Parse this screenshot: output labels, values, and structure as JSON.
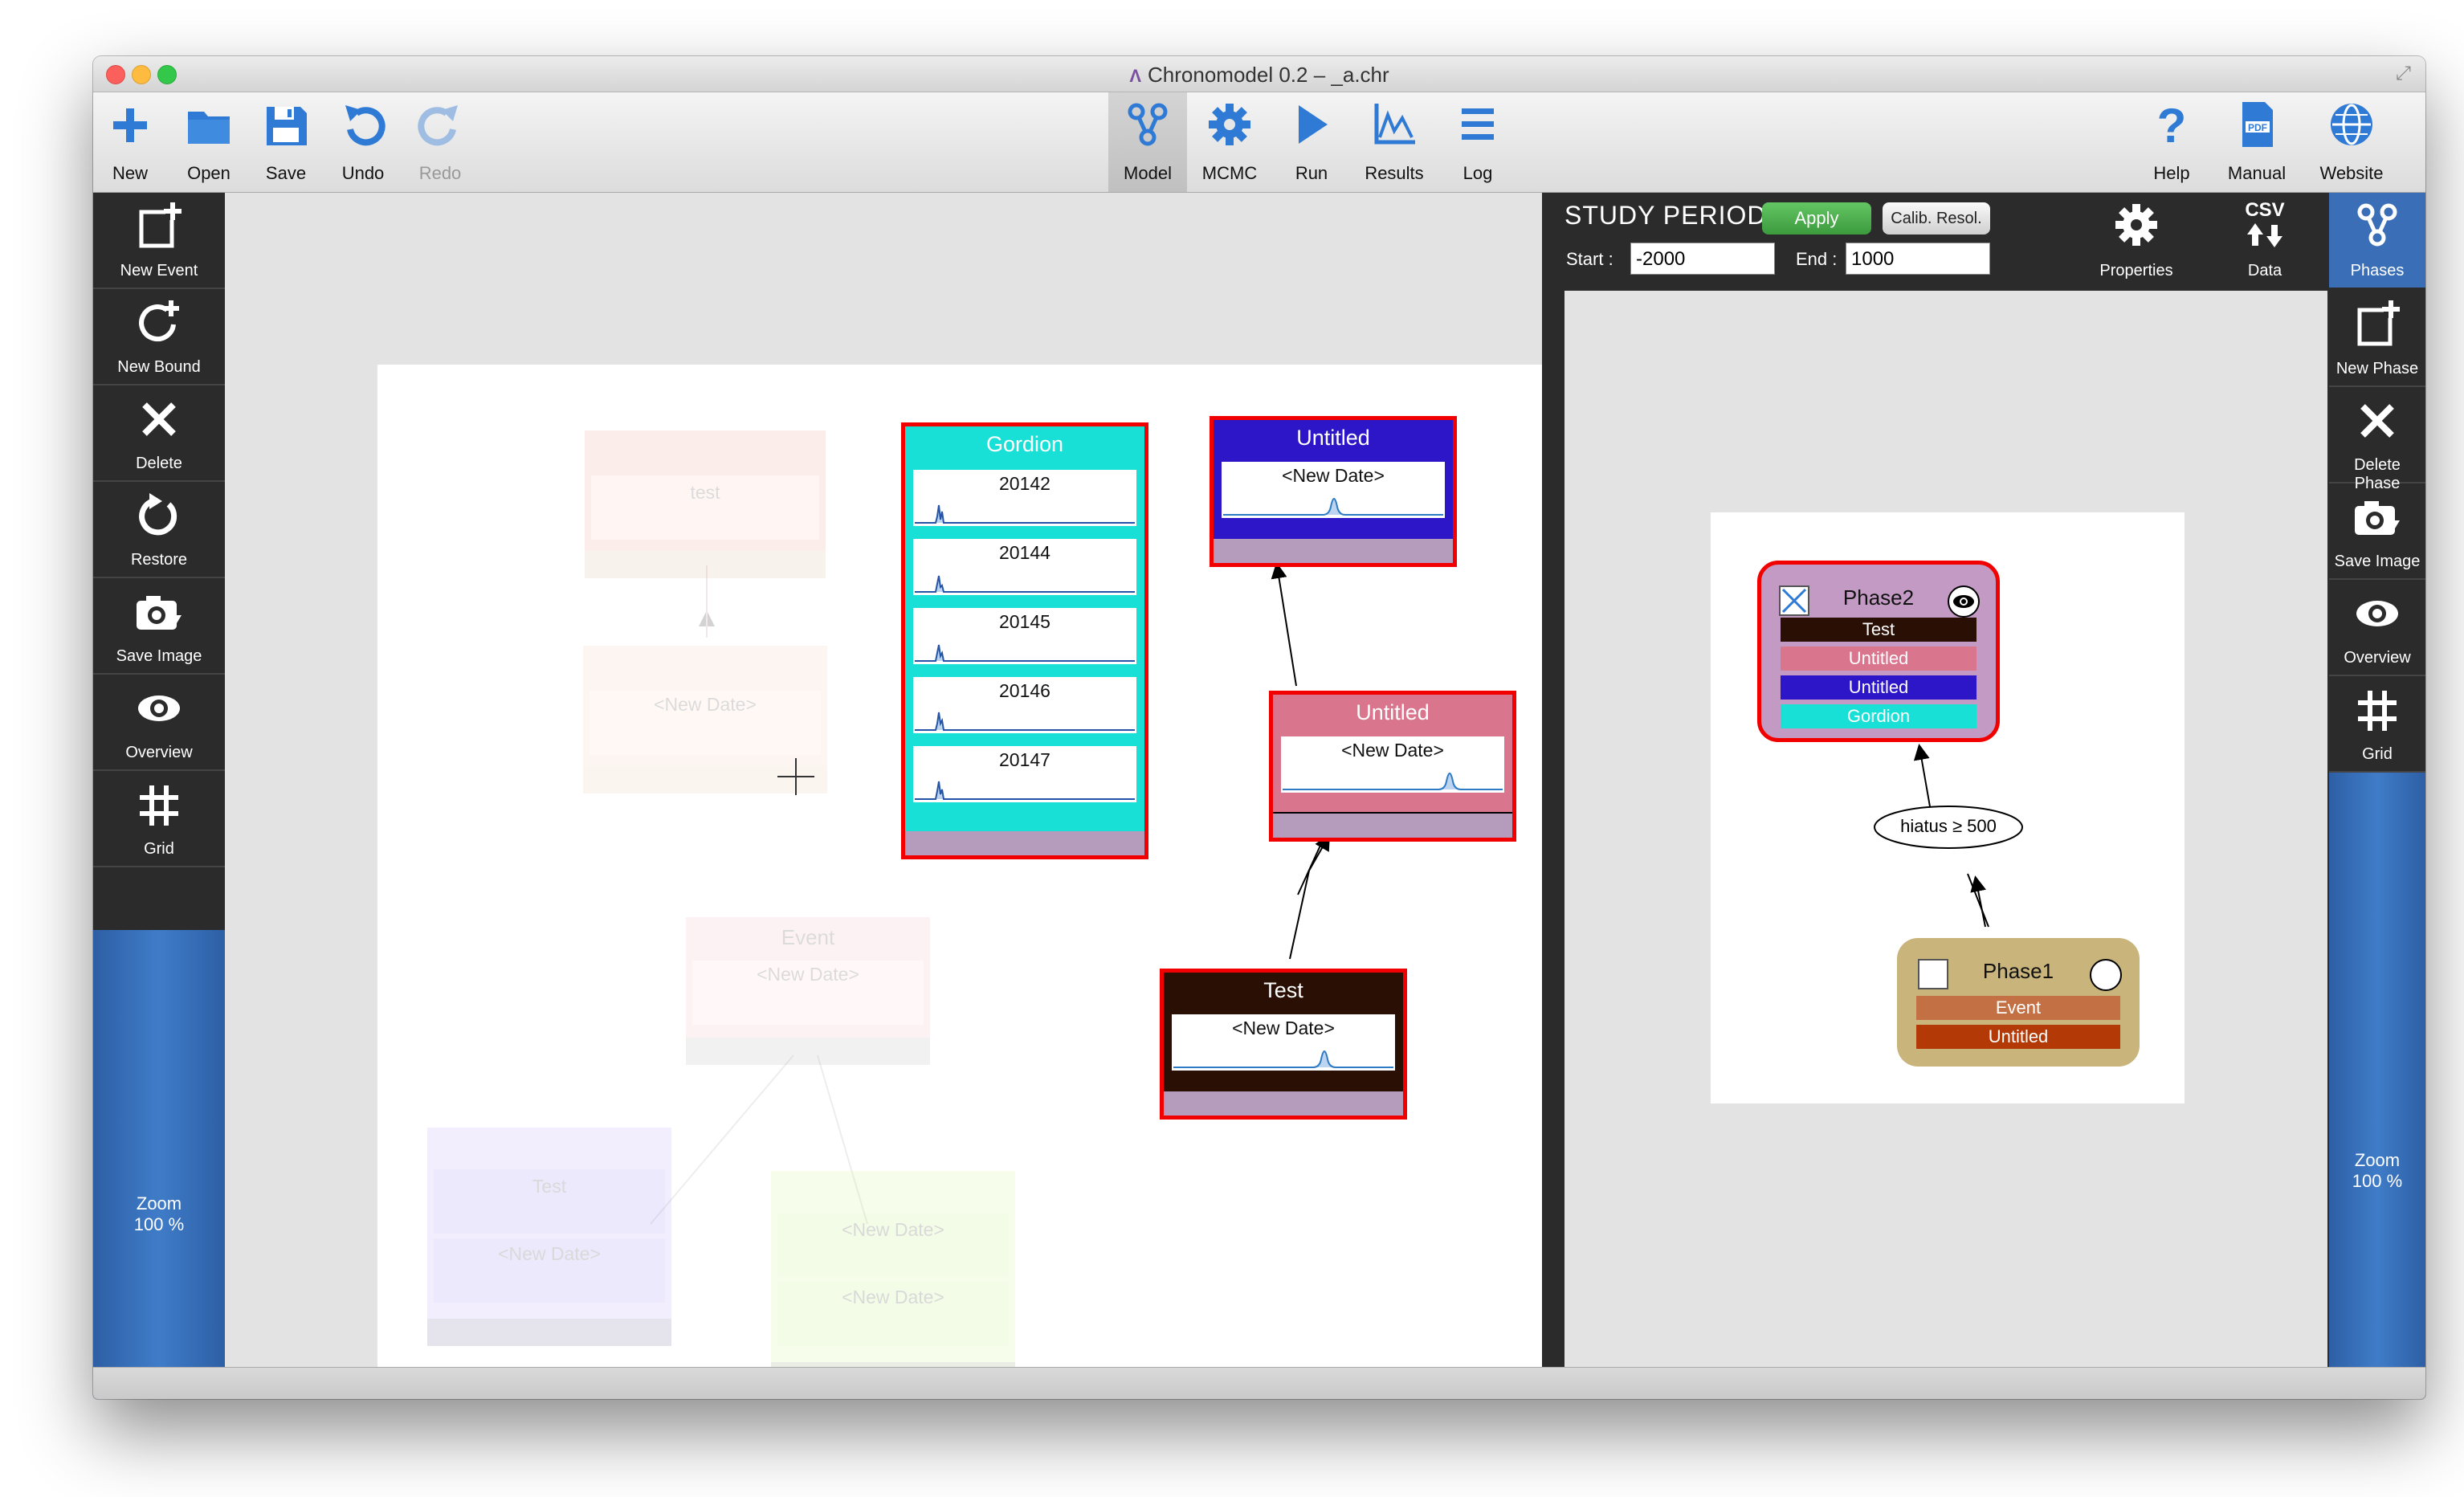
{
  "window": {
    "title": "Chronomodel 0.2 – _a.chr"
  },
  "toolbar": {
    "new": "New",
    "open": "Open",
    "save": "Save",
    "undo": "Undo",
    "redo": "Redo",
    "model": "Model",
    "mcmc": "MCMC",
    "run": "Run",
    "results": "Results",
    "log": "Log",
    "help": "Help",
    "manual": "Manual",
    "website": "Website"
  },
  "left_sidebar": {
    "new_event": "New Event",
    "new_bound": "New Bound",
    "delete": "Delete",
    "restore": "Restore",
    "save_image": "Save Image",
    "overview": "Overview",
    "grid": "Grid",
    "zoom_label": "Zoom",
    "zoom_value": "100 %"
  },
  "events": {
    "test_faded": {
      "name": "test"
    },
    "bound_faded": {
      "date": "<New Date>"
    },
    "event_faded": {
      "name": "Event",
      "date": "<New Date>"
    },
    "test_purple_faded": {
      "name": "Test",
      "date": "<New Date>"
    },
    "green_faded": {
      "date1": "<New Date>",
      "date2": "<New Date>"
    },
    "gordion": {
      "name": "Gordion",
      "dates": [
        "20142",
        "20144",
        "20145",
        "20146",
        "20147"
      ],
      "color": "#19e0d6"
    },
    "untitled_blue": {
      "name": "Untitled",
      "date": "<New Date>",
      "color": "#2d15c8"
    },
    "untitled_pink": {
      "name": "Untitled",
      "date": "<New Date>",
      "color": "#d9768e"
    },
    "test": {
      "name": "Test",
      "date": "<New Date>",
      "color": "#2a0f05"
    }
  },
  "study_period": {
    "title": "STUDY PERIOD",
    "apply": "Apply",
    "calib": "Calib. Resol.",
    "start_label": "Start :",
    "start_value": "-2000",
    "end_label": "End :",
    "end_value": "1000"
  },
  "right_top": {
    "properties": "Properties",
    "csv": "CSV",
    "data": "Data",
    "phases": "Phases"
  },
  "right_sidebar": {
    "new_phase": "New Phase",
    "delete_phase": "Delete Phase",
    "save_image": "Save Image",
    "overview": "Overview",
    "grid": "Grid",
    "zoom_label": "Zoom",
    "zoom_value": "100 %"
  },
  "phases": {
    "phase2": {
      "name": "Phase2",
      "events": [
        "Test",
        "Untitled",
        "Untitled",
        "Gordion"
      ],
      "color": "#c39ac3"
    },
    "phase1": {
      "name": "Phase1",
      "events": [
        "Event",
        "Untitled"
      ],
      "color": "#c9b47b"
    },
    "constraint": "hiatus ≥ 500"
  }
}
